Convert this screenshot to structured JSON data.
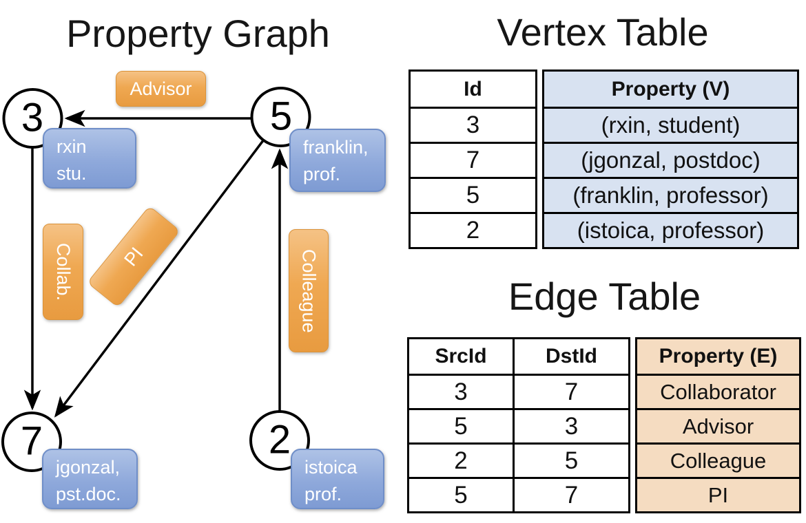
{
  "graph": {
    "title": "Property Graph",
    "nodes": [
      {
        "id": "3",
        "line1": "rxin",
        "line2": "stu."
      },
      {
        "id": "5",
        "line1": "franklin,",
        "line2": "prof."
      },
      {
        "id": "7",
        "line1": "jgonzal,",
        "line2": "pst.doc."
      },
      {
        "id": "2",
        "line1": "istoica",
        "line2": "prof."
      }
    ],
    "edge_labels": [
      "Advisor",
      "Collab.",
      "PI",
      "Colleague"
    ]
  },
  "vertex_table": {
    "title": "Vertex Table",
    "columns": [
      "Id",
      "Property (V)"
    ],
    "rows": [
      [
        "3",
        "(rxin, student)"
      ],
      [
        "7",
        "(jgonzal, postdoc)"
      ],
      [
        "5",
        "(franklin, professor)"
      ],
      [
        "2",
        "(istoica, professor)"
      ]
    ]
  },
  "edge_table": {
    "title": "Edge Table",
    "columns": [
      "SrcId",
      "DstId",
      "Property (E)"
    ],
    "rows": [
      [
        "3",
        "7",
        "Collaborator"
      ],
      [
        "5",
        "3",
        "Advisor"
      ],
      [
        "2",
        "5",
        "Colleague"
      ],
      [
        "5",
        "7",
        "PI"
      ]
    ]
  },
  "colors": {
    "edge_label_orange": "#EDA44C",
    "vertex_label_blue": "#8FA9DB",
    "vertex_cell_blue": "#D8E2F1",
    "edge_cell_peach": "#F5DCC1",
    "node_stroke": "#000000"
  }
}
